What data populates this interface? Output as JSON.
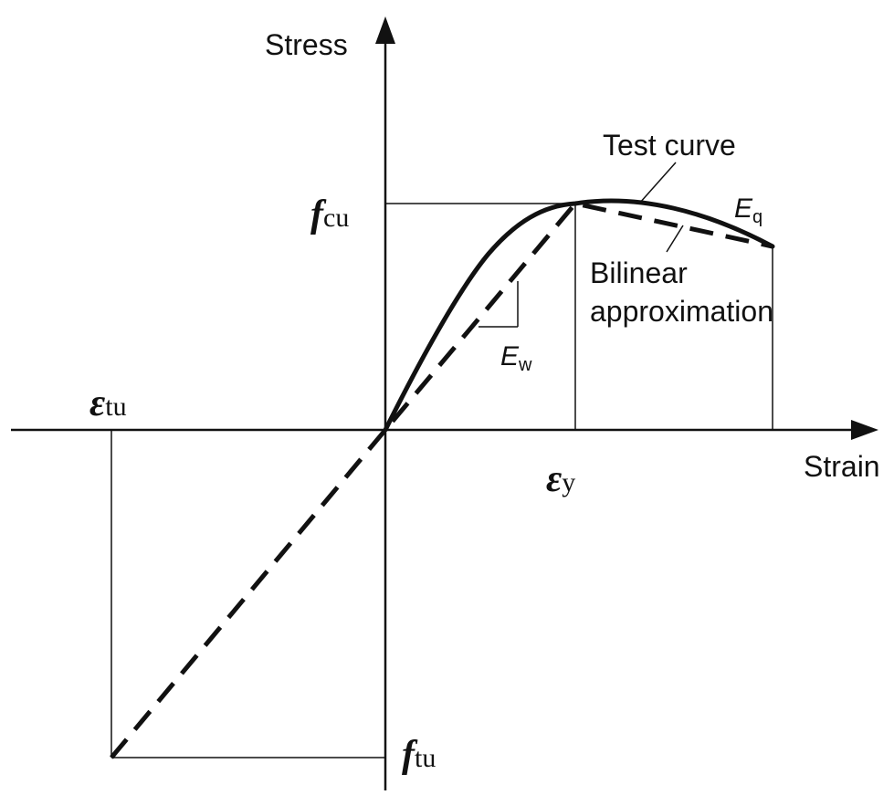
{
  "axes": {
    "y_label": "Stress",
    "x_label": "Strain"
  },
  "symbols": {
    "fcu": {
      "main": "f",
      "sub": "cu"
    },
    "ftu": {
      "main": "f",
      "sub": "tu"
    },
    "eps_tu": {
      "main": "ε",
      "sub": "tu"
    },
    "eps_y": {
      "main": "ε",
      "sub": "y"
    },
    "Ew": {
      "main": "E",
      "sub": "w"
    },
    "Eq": {
      "main": "E",
      "sub": "q"
    }
  },
  "callouts": {
    "test_curve": "Test curve",
    "bilinear_line1": "Bilinear",
    "bilinear_line2": "approximation"
  },
  "colors": {
    "ink": "#111111",
    "background": "#ffffff"
  }
}
